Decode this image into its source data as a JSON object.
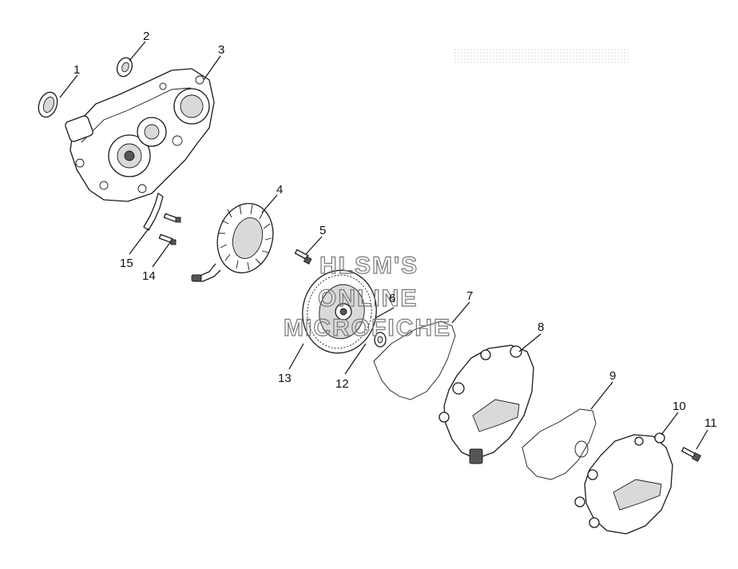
{
  "watermark": {
    "line1": "HLSM'S",
    "line2": "ONLINE",
    "line3": "MICROFICHE"
  },
  "callouts": [
    {
      "id": "1",
      "text": "1"
    },
    {
      "id": "2",
      "text": "2"
    },
    {
      "id": "3",
      "text": "3"
    },
    {
      "id": "4",
      "text": "4"
    },
    {
      "id": "5",
      "text": "5"
    },
    {
      "id": "6",
      "text": "6"
    },
    {
      "id": "7",
      "text": "7"
    },
    {
      "id": "8",
      "text": "8"
    },
    {
      "id": "9",
      "text": "9"
    },
    {
      "id": "10",
      "text": "10"
    },
    {
      "id": "11",
      "text": "11"
    },
    {
      "id": "12",
      "text": "12"
    },
    {
      "id": "13",
      "text": "13"
    },
    {
      "id": "14",
      "text": "14"
    },
    {
      "id": "15",
      "text": "15"
    }
  ]
}
